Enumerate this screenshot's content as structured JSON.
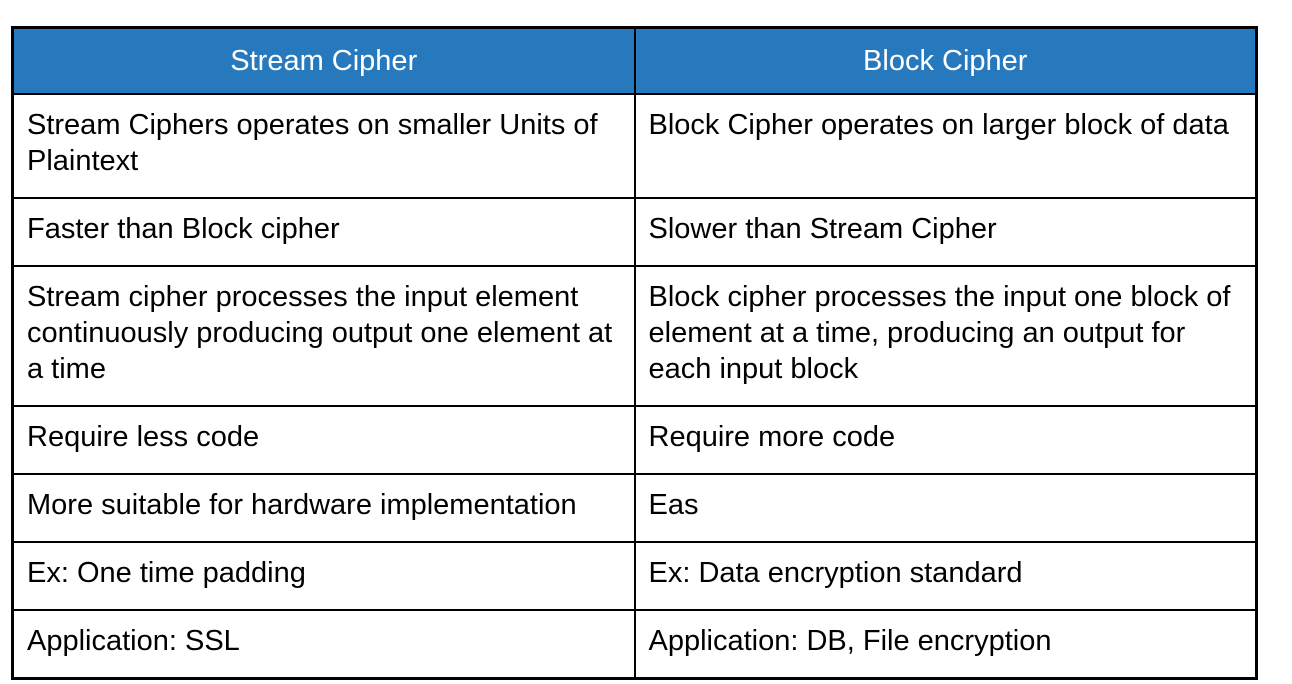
{
  "table": {
    "columns": [
      {
        "header": "Stream Cipher"
      },
      {
        "header": "Block Cipher"
      }
    ],
    "rows": [
      {
        "stream_cipher": "Stream Ciphers operates on smaller Units of Plaintext",
        "block_cipher": "Block Cipher operates on larger block of data"
      },
      {
        "stream_cipher": "Faster than Block cipher",
        "block_cipher": "Slower than Stream Cipher"
      },
      {
        "stream_cipher": "Stream cipher processes the input element continuously producing output one element at a time",
        "block_cipher": "Block cipher processes the input one block of element at a time, producing an output for each input block"
      },
      {
        "stream_cipher": "Require less code",
        "block_cipher": "Require more code"
      },
      {
        "stream_cipher": "More suitable for hardware implementation",
        "block_cipher": "Eas"
      },
      {
        "stream_cipher": "Ex: One time padding",
        "block_cipher": "Ex: Data encryption standard"
      },
      {
        "stream_cipher": "Application: SSL",
        "block_cipher": "Application: DB, File encryption"
      }
    ],
    "colors": {
      "header_background": "#2779BD",
      "header_text": "#FFFFFF",
      "border": "#000000",
      "body_text": "#000000",
      "page_background": "#FFFFFF"
    }
  }
}
